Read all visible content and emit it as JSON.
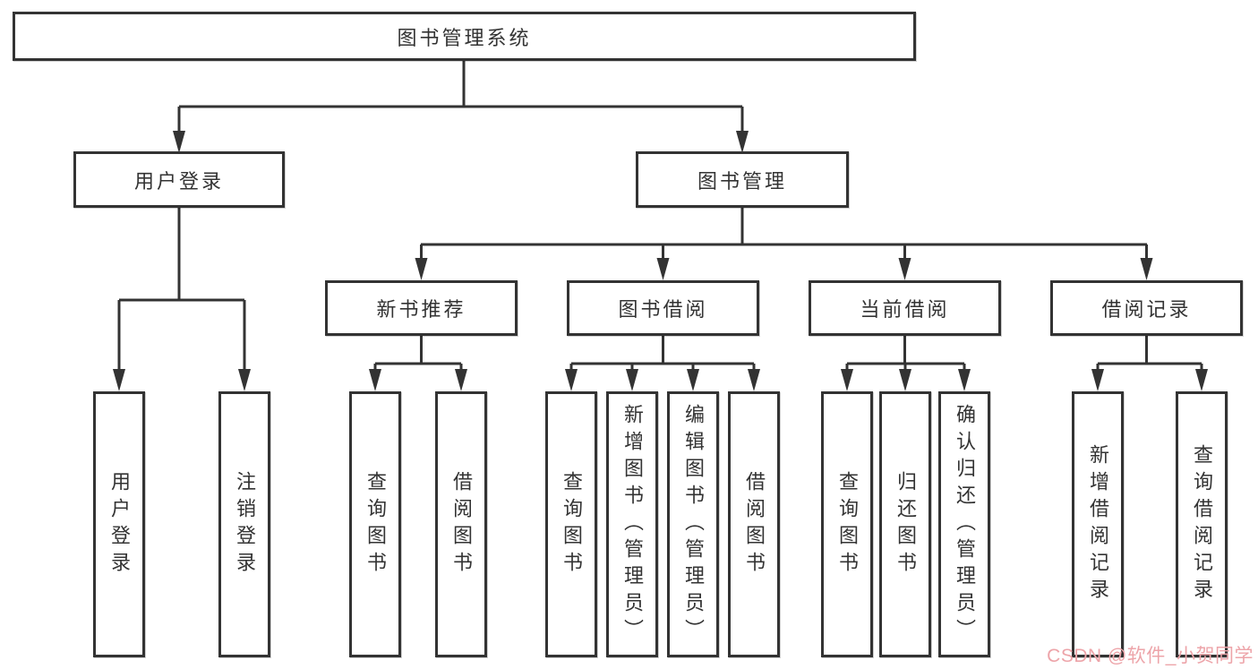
{
  "diagram": {
    "root": {
      "label": "图书管理系统"
    },
    "level2": [
      {
        "label": "用户登录"
      },
      {
        "label": "图书管理"
      }
    ],
    "level3": [
      {
        "label": "新书推荐"
      },
      {
        "label": "图书借阅"
      },
      {
        "label": "当前借阅"
      },
      {
        "label": "借阅记录"
      }
    ],
    "leaves": {
      "user_login": [
        "用户登录",
        "注销登录"
      ],
      "new_book": [
        "查询图书",
        "借阅图书"
      ],
      "book_borrow": [
        "查询图书",
        "新增图书（管理员）",
        "编辑图书（管理员）",
        "借阅图书"
      ],
      "current_borrow": [
        "查询图书",
        "归还图书",
        "确认归还（管理员）"
      ],
      "borrow_records": [
        "新增借阅记录",
        "查询借阅记录"
      ]
    }
  },
  "watermark": {
    "text": "CSDN @软件_小贺同学",
    "color": "#eda4a9"
  },
  "colors": {
    "line": "#333333",
    "border": "#333333",
    "text": "#333333",
    "background": "#ffffff"
  }
}
